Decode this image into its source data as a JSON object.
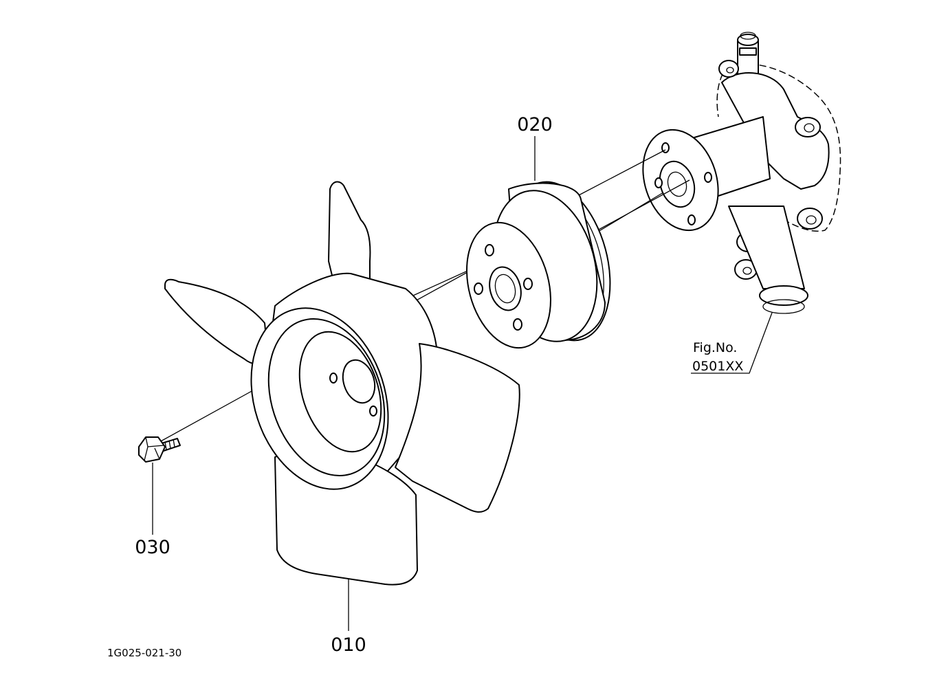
{
  "labels": {
    "fan": "010",
    "pulley": "020",
    "bolt": "030",
    "figure_ref_line1": "Fig.No.",
    "figure_ref_line2": "0501XX",
    "drawing_number": "1G025-021-30"
  }
}
